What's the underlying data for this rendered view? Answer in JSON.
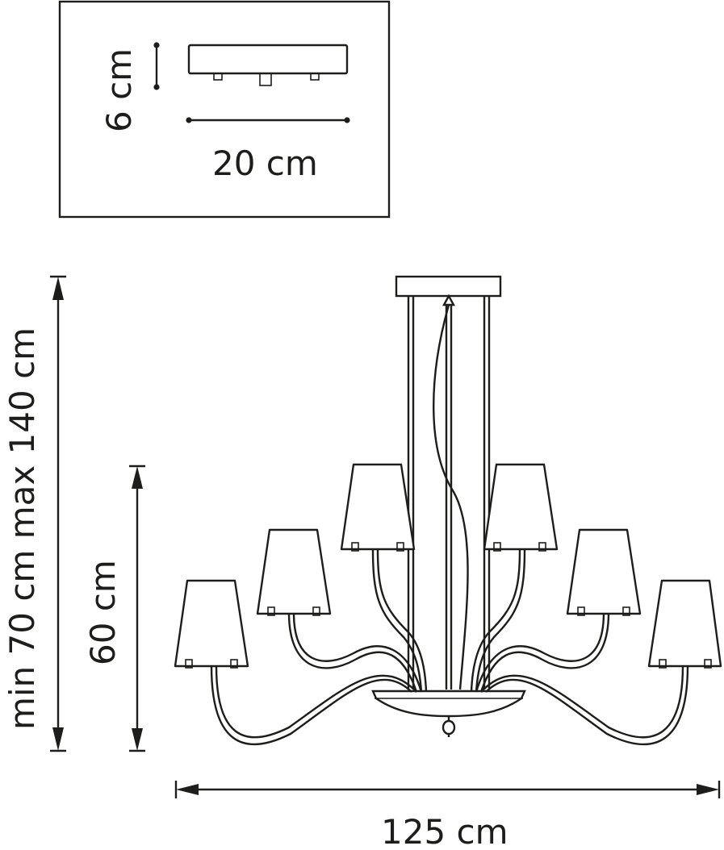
{
  "canopy_detail": {
    "height_label": "6 cm",
    "width_label": "20 cm"
  },
  "chandelier": {
    "adjustable_height_label": "min 70 cm max 140 cm",
    "body_height_label": "60 cm",
    "width_label": "125 cm",
    "shade_count": 6
  },
  "colors": {
    "line": "#1d1d1b",
    "background": "#ffffff"
  }
}
